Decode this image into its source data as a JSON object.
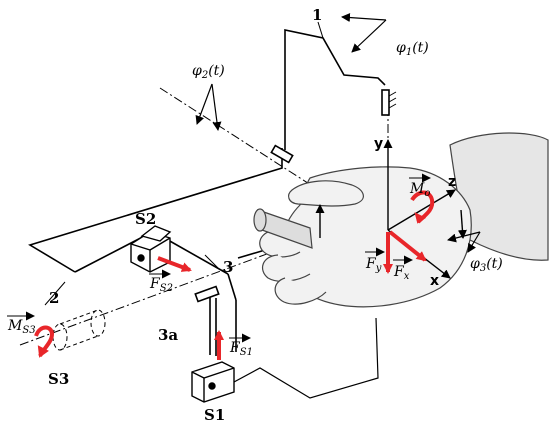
{
  "labels": {
    "link1": "1",
    "link2": "2",
    "link3": "3",
    "link3a": "3a",
    "phi1_sym": "φ",
    "phi1_sub": "1",
    "phi1_arg": "(t)",
    "phi2_sym": "φ",
    "phi2_sub": "2",
    "phi2_arg": "(t)",
    "phi3_sym": "φ",
    "phi3_sub": "3",
    "phi3_arg": "(t)",
    "axis_x": "x",
    "axis_y": "y",
    "axis_z": "z",
    "sensor_s1": "S1",
    "sensor_s2": "S2",
    "sensor_s3": "S3",
    "force_fs1_main": "F",
    "force_fs1_sub": "S1",
    "force_fs2_main": "F",
    "force_fs2_sub": "S2",
    "moment_ms3_main": "M",
    "moment_ms3_sub": "S3",
    "moment_mo_main": "M",
    "moment_mo_sub": "o",
    "force_fx_main": "F",
    "force_fx_sub": "x",
    "force_fy_main": "F",
    "force_fy_sub": "y"
  },
  "colors": {
    "line": "#000000",
    "force_arrow": "#e8262a",
    "hand_fill": "#f2f2f2",
    "hand_stroke": "#444444"
  }
}
